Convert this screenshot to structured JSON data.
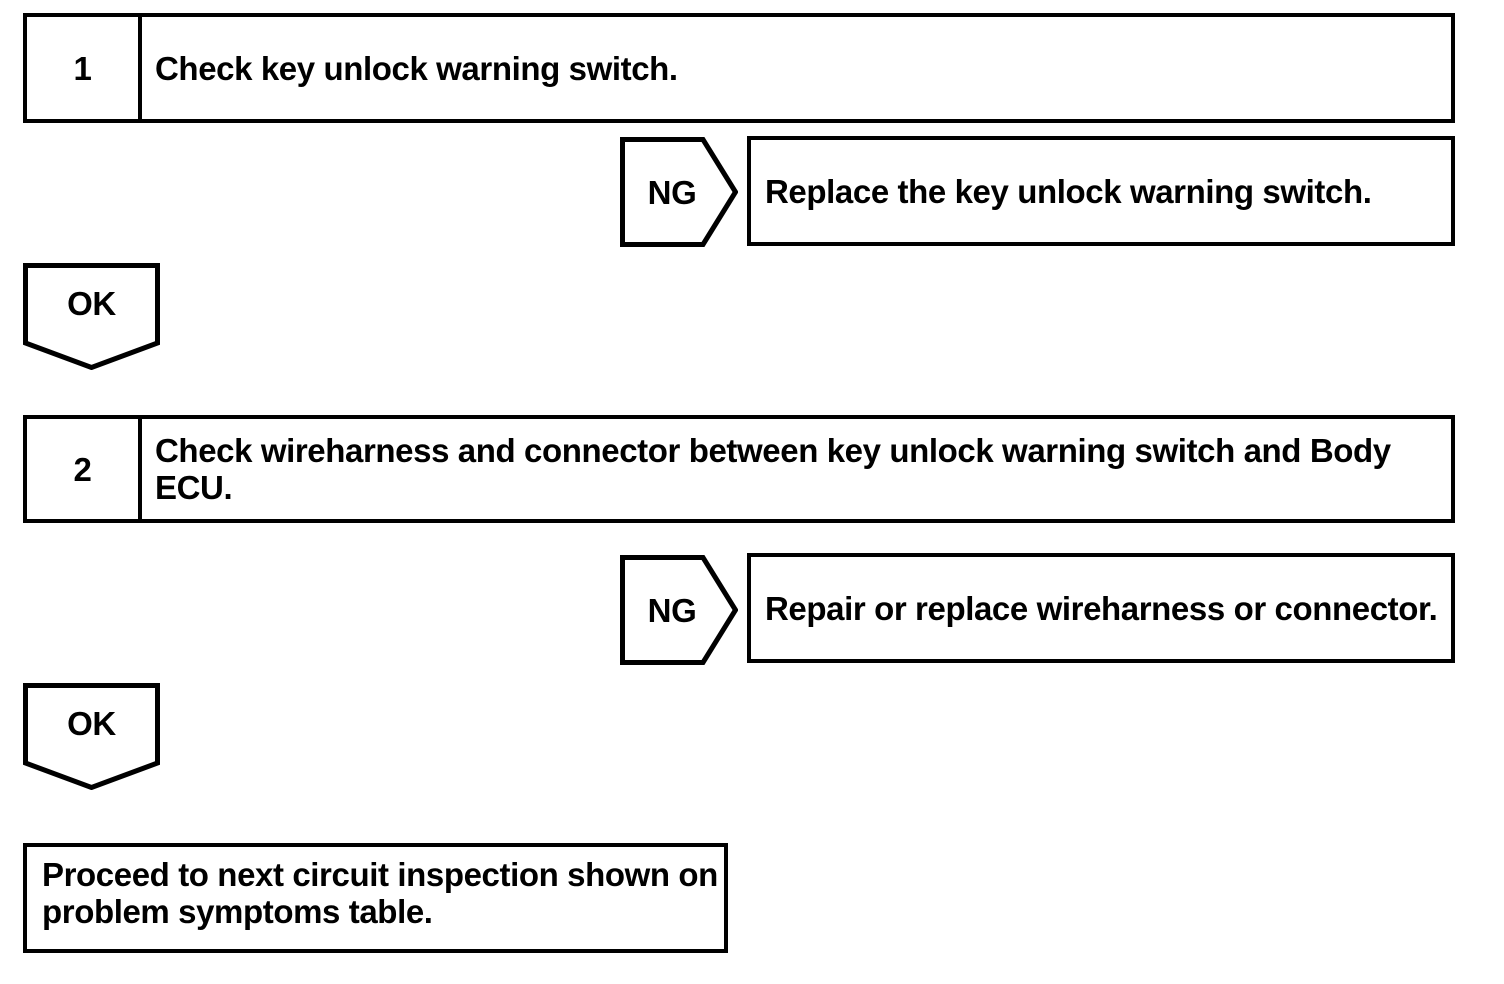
{
  "colors": {
    "background": "#ffffff",
    "line": "#000000",
    "text": "#000000"
  },
  "flowchart": {
    "steps": [
      {
        "number": "1",
        "instruction": "Check key unlock warning switch.",
        "ng_label": "NG",
        "ng_action": "Replace the key unlock warning switch.",
        "ok_label": "OK"
      },
      {
        "number": "2",
        "instruction": "Check wireharness and connector between key unlock warning switch and Body ECU.",
        "ng_label": "NG",
        "ng_action": "Repair or replace wireharness or connector.",
        "ok_label": "OK"
      }
    ],
    "end_text": "Proceed to next circuit inspection shown on problem symptoms table."
  }
}
